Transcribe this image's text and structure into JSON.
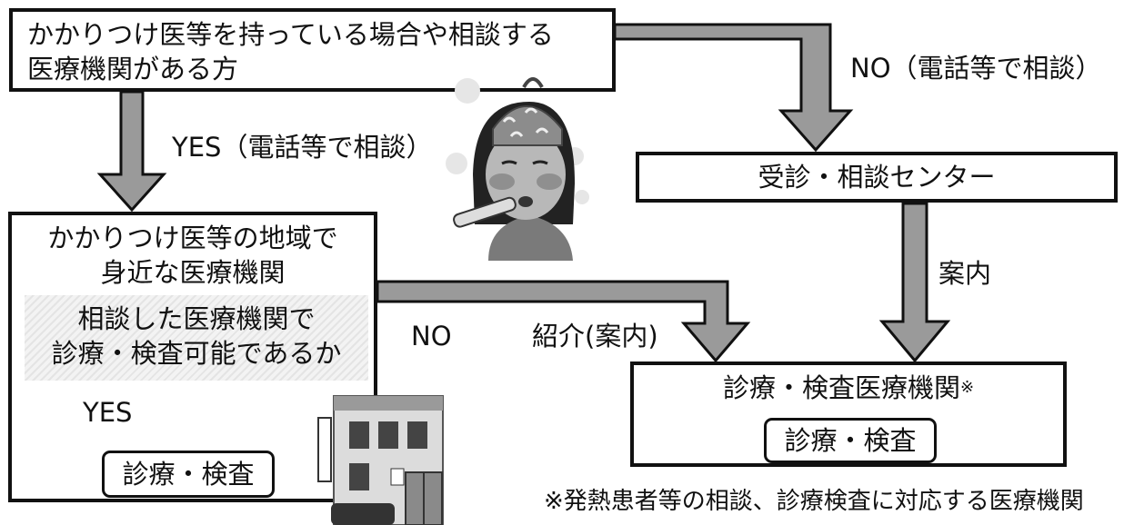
{
  "boxes": {
    "top_left": {
      "line1": "かかりつけ医等を持っている場合や相談する",
      "line2": "医療機関がある方"
    },
    "center": {
      "label": "受診・相談センター"
    },
    "local": {
      "line1": "かかりつけ医等の地域で",
      "line2": "身近な医療機関"
    },
    "question": {
      "line1": "相談した医療機関で",
      "line2": "診療・検査可能であるか"
    },
    "local_exam": {
      "label": "診療・検査"
    },
    "clinic": {
      "title": "診療・検査医療機関",
      "mark": "※",
      "inner": "診療・検査"
    }
  },
  "labels": {
    "no_phone": "NO（電話等で相談）",
    "yes_phone": "YES（電話等で相談）",
    "guide": "案内",
    "no": "NO",
    "referral": "紹介(案内)",
    "yes": "YES"
  },
  "footnote": "※発熱患者等の相談、診療検査に対応する医療機関",
  "illustrations": {
    "sick_person": "sick-person-with-thermometer",
    "building": "clinic-building"
  },
  "colors": {
    "arrow_fill": "#9a9a9a",
    "outline": "#111111",
    "hatch": "#e4e4e4"
  }
}
